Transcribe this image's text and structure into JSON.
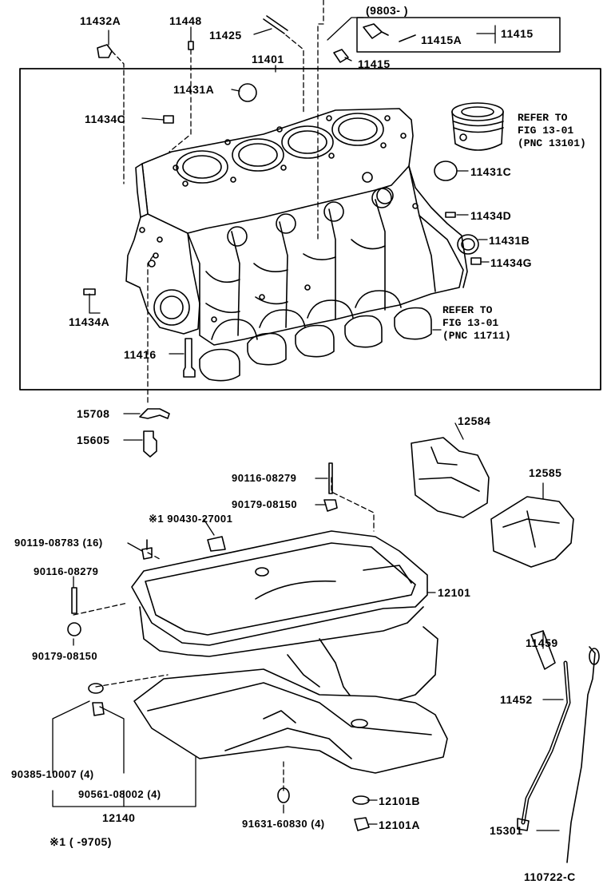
{
  "labels": {
    "p11432A": "11432A",
    "p11448": "11448",
    "p11425": "11425",
    "p9803": "(9803-      )",
    "p11415a": "11415",
    "p11415A": "11415A",
    "p11415b": "11415",
    "p11401": "11401",
    "p11431A": "11431A",
    "p11434C": "11434C",
    "refer1_l1": "REFER TO",
    "refer1_l2": "FIG 13-01",
    "refer1_l3": "(PNC 13101)",
    "p11431C": "11431C",
    "p11434D": "11434D",
    "p11431B": "11431B",
    "p11434G": "11434G",
    "p11434A": "11434A",
    "refer2_l1": "REFER TO",
    "refer2_l2": "FIG 13-01",
    "refer2_l3": "(PNC 11711)",
    "p11416": "11416",
    "p15708": "15708",
    "p15605": "15605",
    "p12584": "12584",
    "p12585": "12585",
    "p90116a": "90116-08279",
    "p90179a": "90179-08150",
    "p90430": "※1  90430-27001",
    "p90119": "90119-08783 (16)",
    "p90116b": "90116-08279",
    "p12101": "12101",
    "p90179b": "90179-08150",
    "p11459": "11459",
    "p11452": "11452",
    "p90385": "90385-10007 (4)",
    "p90561": "90561-08002 (4)",
    "p12140": "12140",
    "p91631": "91631-60830 (4)",
    "p12101B": "12101B",
    "p12101A": "12101A",
    "p15301": "15301",
    "note1": "※1 (       -9705)",
    "figcode": "110722-C"
  }
}
